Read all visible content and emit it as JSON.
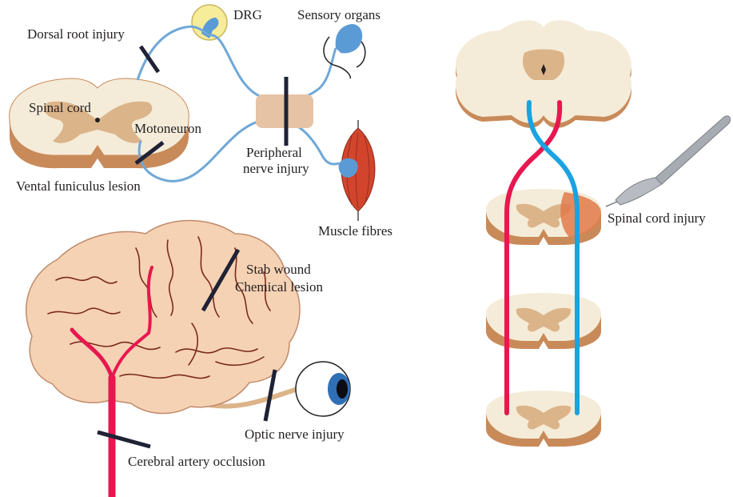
{
  "labels": {
    "drg": "DRG",
    "sensory_organs": "Sensory organs",
    "dorsal_root_injury": "Dorsal root injury",
    "spinal_cord": "Spinal cord",
    "motoneuron": "Motoneuron",
    "ventral_funiculus_lesion": "Vental funiculus lesion",
    "peripheral_line1": "Peripheral",
    "peripheral_line2": "nerve injury",
    "muscle_fibres": "Muscle fibres",
    "stab_wound": "Stab wound",
    "chemical_lesion": "Chemical lesion",
    "optic_nerve_injury": "Optic nerve injury",
    "cerebral_artery_occlusion": "Cerebral artery occlusion",
    "spinal_cord_injury": "Spinal cord injury"
  },
  "colors": {
    "tissue": "#f4ecd8",
    "grey_matter": "#dcb48a",
    "cord_rim": "#c98a5a",
    "nerve": "#6fa8d8",
    "sensory_blue": "#5b9bd5",
    "lesion_bar": "#1f2235",
    "brain": "#f6d2b4",
    "brain_sulci": "#7a2b1c",
    "artery": "#e8174f",
    "tract_red": "#e8174f",
    "tract_blue": "#1aa3e0",
    "muscle": "#d2452c",
    "drg_yellow": "#f7ec9a"
  }
}
